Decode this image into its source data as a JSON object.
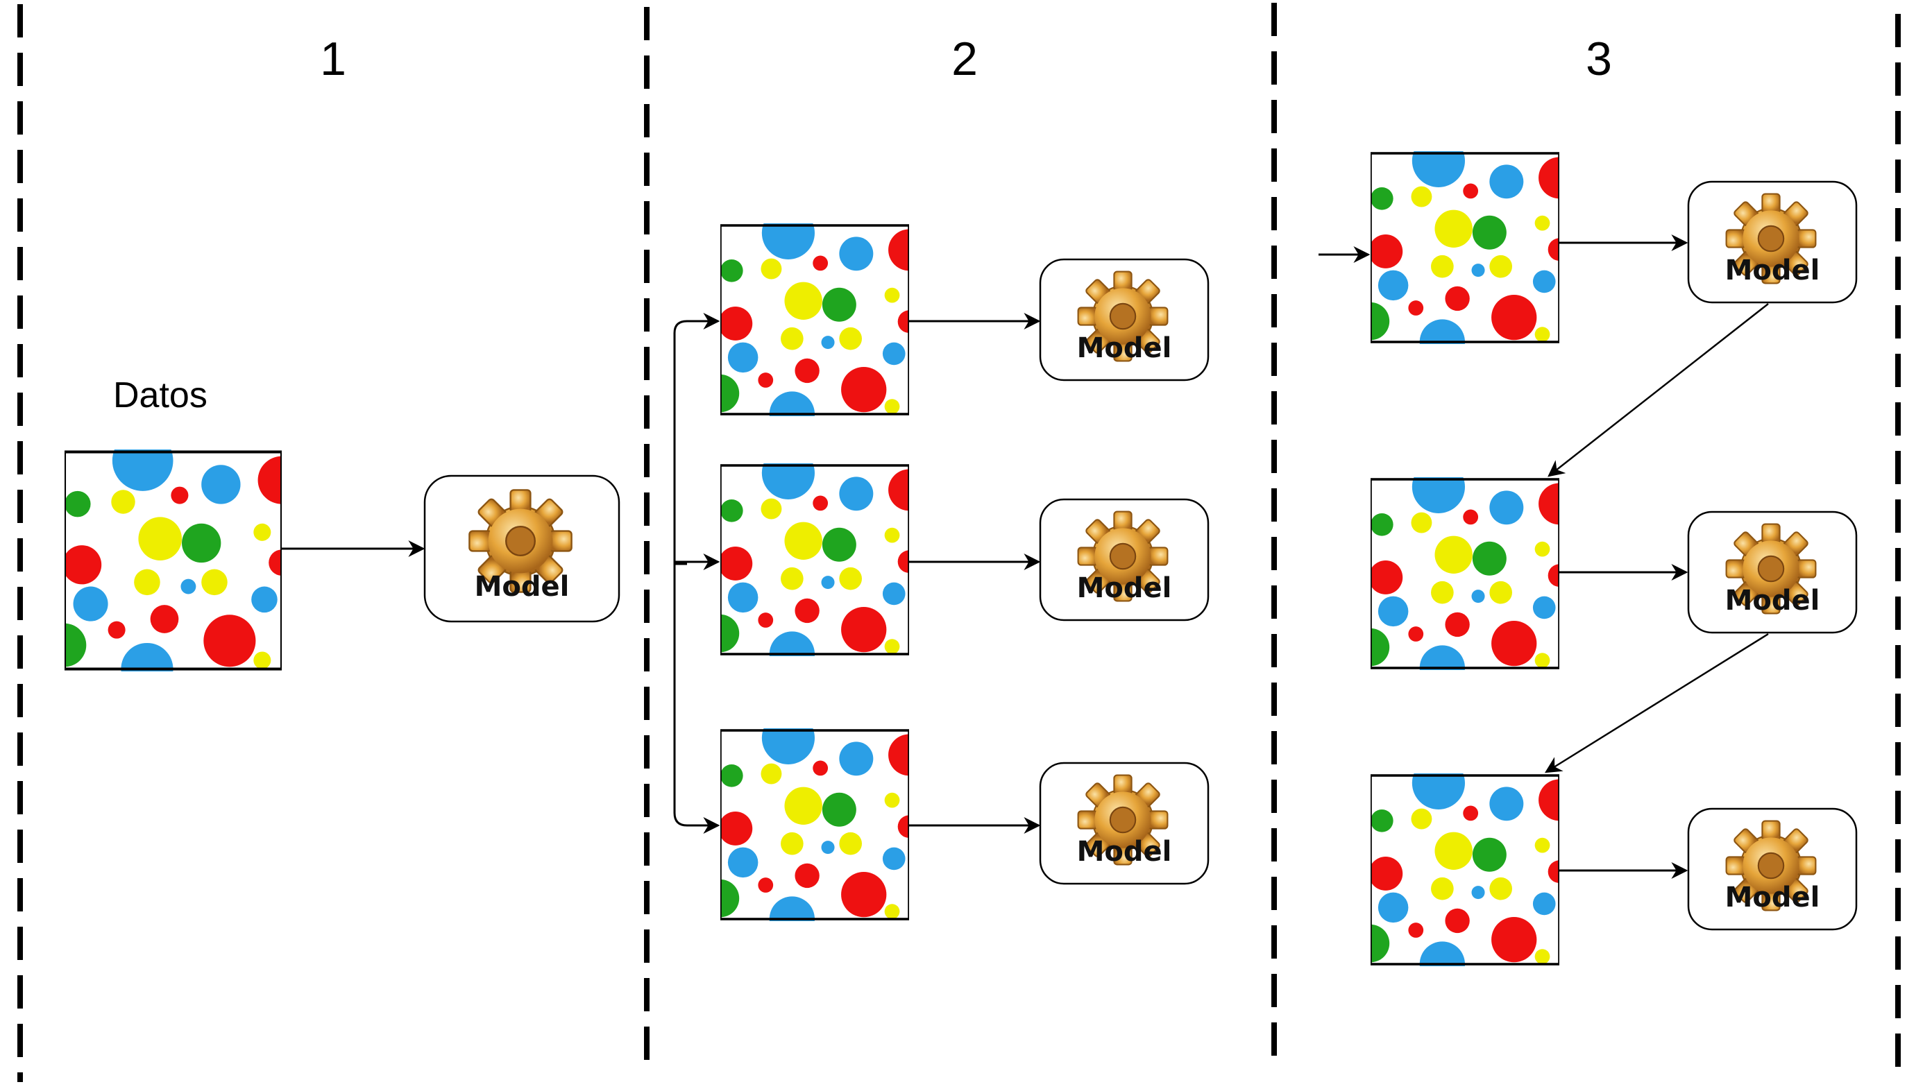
{
  "sections": [
    {
      "number": "1"
    },
    {
      "number": "2"
    },
    {
      "number": "3"
    }
  ],
  "data_label": "Datos",
  "model_label": "Model",
  "colors": {
    "blue": "#2b9fe6",
    "red": "#ee1111",
    "green": "#1fa51f",
    "yellow": "#eeee00",
    "gear": "#e6a53a",
    "line": "#000000"
  },
  "icons": [
    "dataset-dots-icon",
    "gear-icon",
    "arrow-icon"
  ]
}
